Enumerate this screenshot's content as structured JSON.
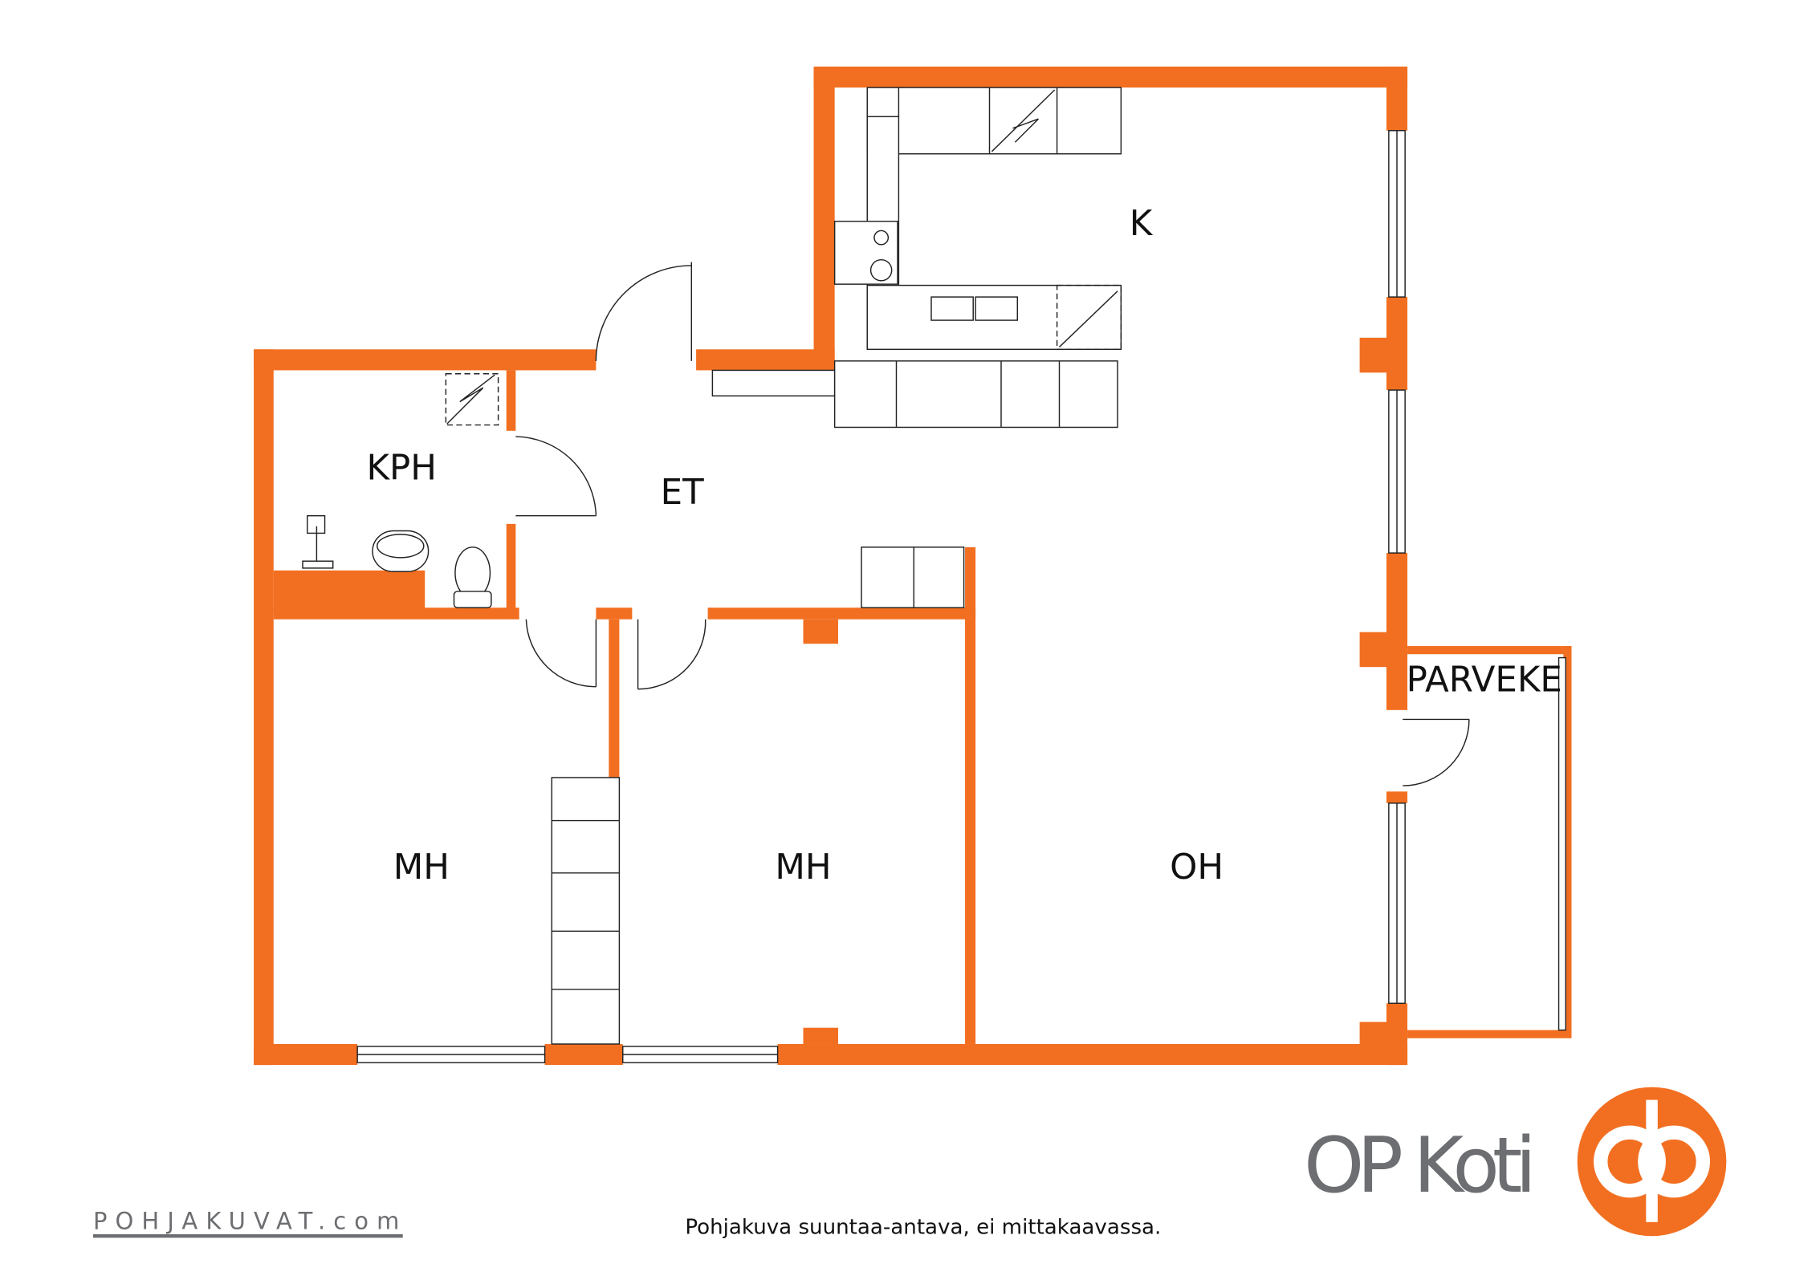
{
  "rooms": {
    "kitchen": "K",
    "bathroom": "KPH",
    "hall": "ET",
    "bedroom1": "MH",
    "bedroom2": "MH",
    "living": "OH",
    "balcony": "PARVEKE"
  },
  "footer": {
    "disclaimer": "Pohjakuva suuntaa-antava, ei mittakaavassa.",
    "brand_left": "POHJAKUVAT.com",
    "brand_left_a": "POHJ",
    "brand_left_b": "KUVAT",
    "brand_left_c": ".com",
    "brand_right": "OP Koti"
  },
  "colors": {
    "wall": "#f26f21",
    "text": "#111111",
    "logo_gray": "#6d6e71"
  }
}
